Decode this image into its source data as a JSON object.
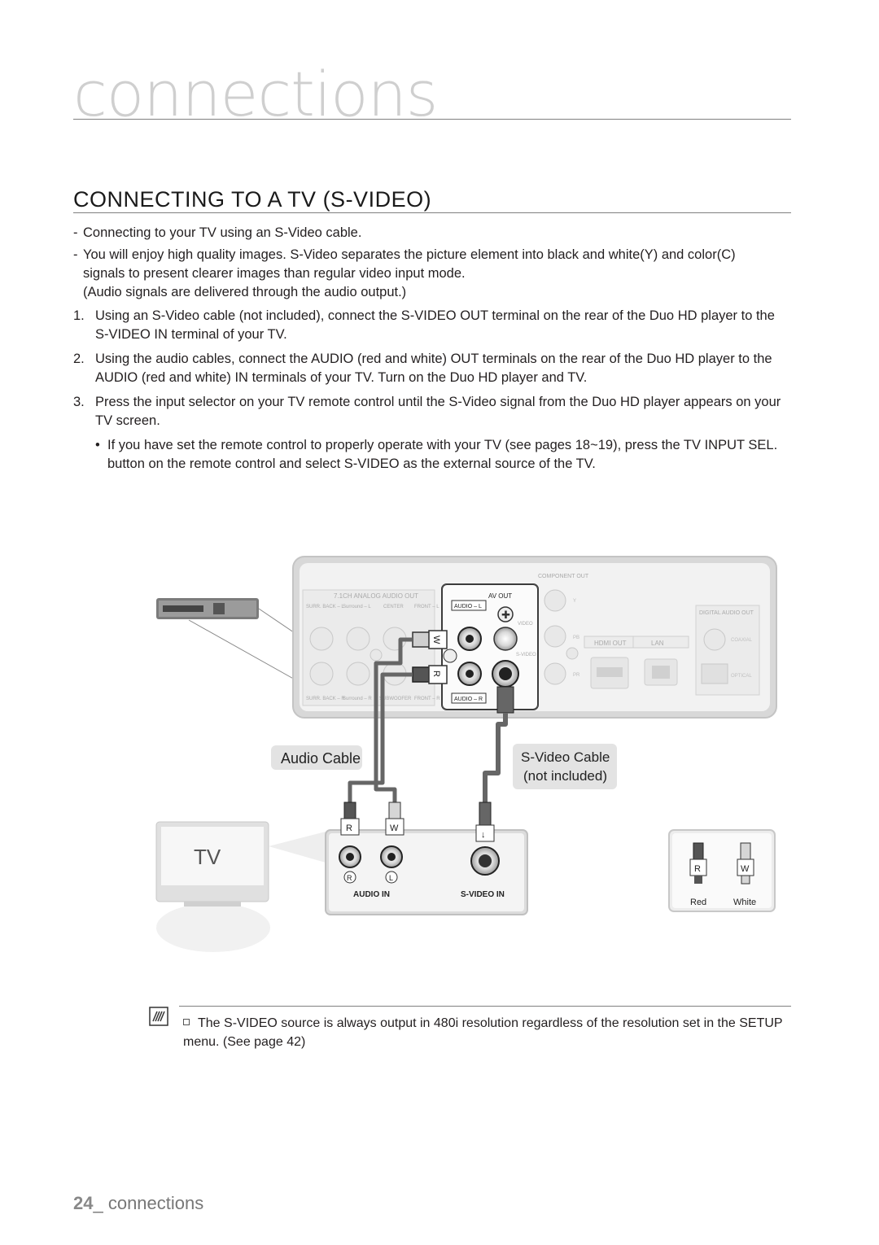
{
  "header": {
    "chapter": "connections"
  },
  "section": {
    "title": "CONNECTING TO A TV (S-VIDEO)"
  },
  "intro": {
    "line1": "Connecting to your TV using an S-Video cable.",
    "line2a": "You will enjoy high quality images. S-Video separates the picture element into black and white(Y) and color(C)",
    "line2b": "signals to present clearer images than regular video input mode.",
    "line2c": "(Audio signals are delivered through the audio output.)"
  },
  "steps": {
    "s1_num": "1.",
    "s1_a": "Using an S-Video cable (not included), connect the ",
    "s1_b": "S-VIDEO OUT",
    "s1_c": " terminal on the rear of the Duo HD player to the ",
    "s1_d": "S-VIDEO IN",
    "s1_e": " terminal of your TV.",
    "s2_num": "2.",
    "s2_a": "Using the audio cables, connect the ",
    "s2_b": "AUDIO (red and white) OUT",
    "s2_c": " terminals on the rear of the Duo HD player to the ",
    "s2_d": "AUDIO (red and white) IN",
    "s2_e": " terminals of your TV. Turn on the Duo HD player and TV.",
    "s3_num": "3.",
    "s3": "Press the input selector on your TV remote control until the S-Video signal from the Duo HD player appears on your TV screen.",
    "bullet_a": "If you have set the remote control to properly operate with your TV (see pages 18~19), press the ",
    "bullet_b": "TV INPUT SEL.",
    "bullet_c": " button on the remote control and select S-VIDEO as the external source of the TV."
  },
  "diagram": {
    "player_rear": {
      "analog_out": "7.1CH ANALOG AUDIO OUT",
      "surr_back_l": "SURR. BACK – L",
      "surround_l": "Surround – L",
      "center": "CENTER",
      "front_l": "FRONT – L",
      "surr_back_r": "SURR. BACK – R",
      "surround_r": "Surround – R",
      "subwoofer": "SUBWOOFER",
      "front_r": "FRONT – R",
      "av_out": "AV OUT",
      "audio_l": "AUDIO – L",
      "audio_r": "AUDIO – R",
      "video": "VIDEO",
      "s_video": "S-VIDEO",
      "component_out": "COMPONENT OUT",
      "comp_y": "Y",
      "comp_pb": "PB",
      "comp_pr": "PR",
      "hdmi_out": "HDMI OUT",
      "lan": "LAN",
      "digital_audio_out": "DIGITAL AUDIO OUT",
      "coaxial": "COAXIAL",
      "optical": "OPTICAL"
    },
    "plug_w": "W",
    "plug_r": "R",
    "audio_cable": "Audio Cable",
    "svideo_cable_1": "S-Video Cable",
    "svideo_cable_2": "(not included)",
    "tv_label": "TV",
    "tv_panel": {
      "r": "R",
      "l": "L",
      "audio_in": "AUDIO IN",
      "s_video_in": "S-VIDEO IN"
    },
    "legend": {
      "r": "R",
      "w": "W",
      "red": "Red",
      "white": "White"
    }
  },
  "note": {
    "text": "The S-VIDEO source is always output in 480i resolution regardless of the resolution set in the SETUP menu. (See page 42)"
  },
  "footer": {
    "page": "24",
    "label": "_ connections"
  }
}
